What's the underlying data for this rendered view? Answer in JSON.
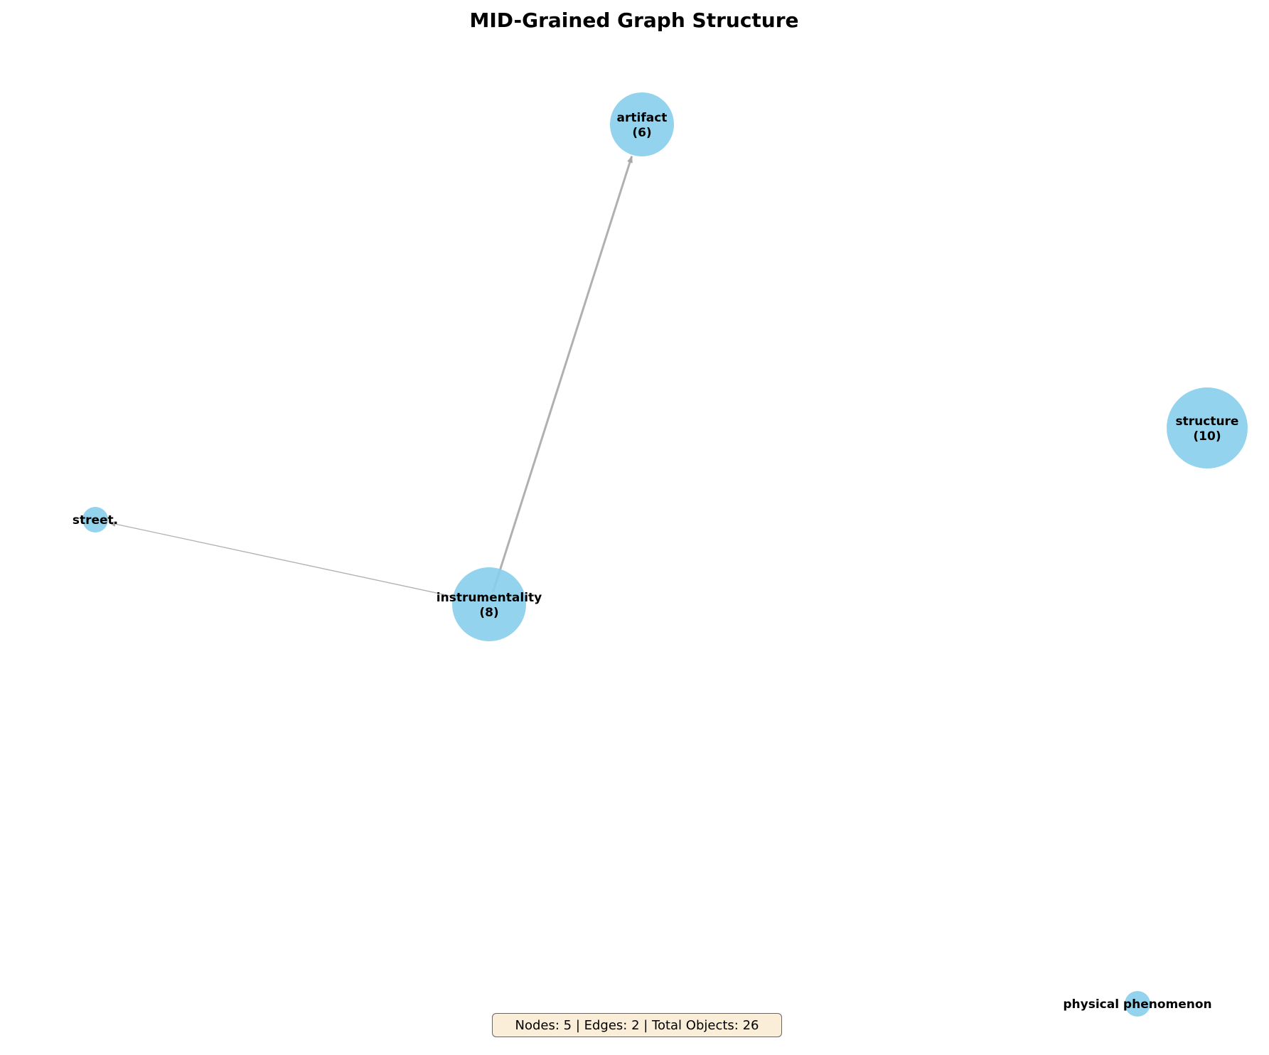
{
  "title": "MID-Grained Graph Structure",
  "colors": {
    "node_fill": "#87ceeb",
    "edge": "#b0b0b0",
    "stats_box_bg": "#f5deb3",
    "stats_box_border": "#666666"
  },
  "nodes": [
    {
      "id": "artifact",
      "label": "artifact",
      "count": "(6)",
      "count_value": 6
    },
    {
      "id": "structure",
      "label": "structure",
      "count": "(10)",
      "count_value": 10
    },
    {
      "id": "street",
      "label": "street.",
      "count": "",
      "count_value": 1
    },
    {
      "id": "instrumentality",
      "label": "instrumentality",
      "count": "(8)",
      "count_value": 8
    },
    {
      "id": "physical-phenomenon",
      "label": "physical phenomenon",
      "count": "",
      "count_value": 1
    }
  ],
  "edges": [
    {
      "source": "instrumentality",
      "target": "artifact"
    },
    {
      "source": "instrumentality",
      "target": "street"
    }
  ],
  "stats": {
    "text": "Nodes: 5 | Edges: 2 | Total Objects: 26"
  }
}
